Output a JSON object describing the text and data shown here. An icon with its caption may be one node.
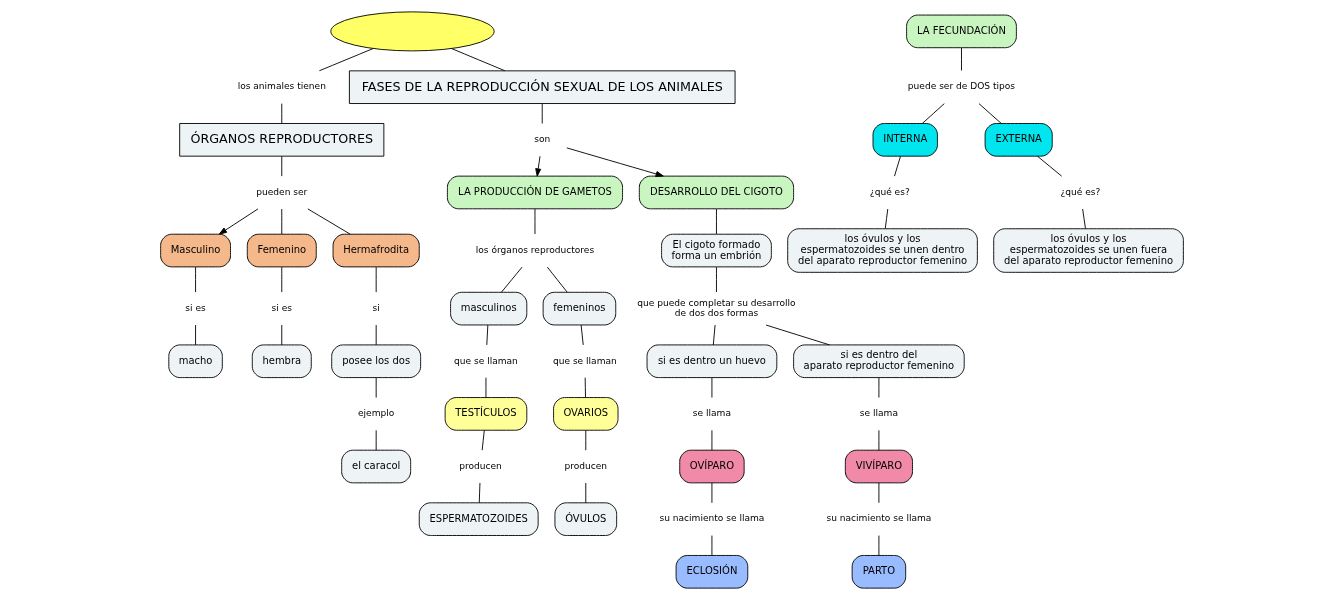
{
  "diagram": {
    "nodes": [
      {
        "text": [],
        "shape": "ellipse"
      },
      {
        "text": [
          "los animales tienen"
        ]
      },
      {
        "text": [
          "ÓRGANOS REPRODUCTORES"
        ]
      },
      {
        "text": [
          "FASES DE LA REPRODUCCIÓN SEXUAL DE LOS ANIMALES"
        ]
      },
      {
        "text": [
          "pueden ser"
        ]
      },
      {
        "text": [
          "Masculino"
        ]
      },
      {
        "text": [
          "Femenino"
        ]
      },
      {
        "text": [
          "Hermafrodita"
        ]
      },
      {
        "text": [
          "si es"
        ]
      },
      {
        "text": [
          "si es"
        ]
      },
      {
        "text": [
          "si"
        ]
      },
      {
        "text": [
          "macho"
        ]
      },
      {
        "text": [
          "hembra"
        ]
      },
      {
        "text": [
          "posee los dos"
        ]
      },
      {
        "text": [
          "ejemplo"
        ]
      },
      {
        "text": [
          "el caracol"
        ]
      },
      {
        "text": [
          "son"
        ]
      },
      {
        "text": [
          "LA PRODUCCIÓN DE GAMETOS"
        ]
      },
      {
        "text": [
          "LA FECUNDACIÓN"
        ]
      },
      {
        "text": [
          "DESARROLLO DEL CIGOTO"
        ]
      },
      {
        "text": [
          "los órganos reproductores"
        ]
      },
      {
        "text": [
          "masculinos"
        ]
      },
      {
        "text": [
          "femeninos"
        ]
      },
      {
        "text": [
          "que se llaman"
        ]
      },
      {
        "text": [
          "que se llaman"
        ]
      },
      {
        "text": [
          "TESTÍCULOS"
        ]
      },
      {
        "text": [
          "OVARIOS"
        ]
      },
      {
        "text": [
          "producen"
        ]
      },
      {
        "text": [
          "producen"
        ]
      },
      {
        "text": [
          "ESPERMATOZOIDES"
        ]
      },
      {
        "text": [
          "ÓVULOS"
        ]
      },
      {
        "text": [
          "puede ser de DOS tipos"
        ]
      },
      {
        "text": [
          "INTERNA"
        ]
      },
      {
        "text": [
          "EXTERNA"
        ]
      },
      {
        "text": [
          "¿qué es?"
        ]
      },
      {
        "text": [
          "¿qué es?"
        ]
      },
      {
        "text": [
          "los óvulos y los espermatozoides se unen dentro del aparato reproductor femenino"
        ]
      },
      {
        "text": [
          "los óvulos y los espermatozoides se unen fuera del aparato reproductor femenino"
        ]
      },
      {
        "text": [
          "El cigoto formado forma un embrión"
        ]
      },
      {
        "text": [
          "que puede completar su desarrollo de dos dos formas"
        ]
      },
      {
        "text": [
          "si es dentro un huevo"
        ]
      },
      {
        "text": [
          "si es dentro del aparato reproductor femenino"
        ]
      },
      {
        "text": [
          "se llama"
        ]
      },
      {
        "text": [
          "se llama"
        ]
      },
      {
        "text": [
          "OVÍPARO"
        ]
      },
      {
        "text": [
          "VIVÍPARO"
        ]
      },
      {
        "text": [
          "su nacimiento se llama"
        ]
      },
      {
        "text": [
          "su nacimiento se llama"
        ]
      },
      {
        "text": [
          "ECLOSIÓN"
        ]
      },
      {
        "text": [
          "PARTO"
        ]
      }
    ],
    "edges": [
      {
        "from": 0,
        "to": 1,
        "arrow": "none"
      },
      {
        "from": 1,
        "to": 2,
        "arrow": "none"
      },
      {
        "from": 0,
        "to": 3,
        "arrow": "none"
      },
      {
        "from": 2,
        "to": 4,
        "arrow": "none"
      },
      {
        "from": 4,
        "to": 5,
        "arrow": "to"
      },
      {
        "from": 4,
        "to": 6,
        "arrow": "none"
      },
      {
        "from": 4,
        "to": 7,
        "arrow": "none"
      },
      {
        "from": 5,
        "to": 8,
        "arrow": "none"
      },
      {
        "from": 8,
        "to": 11,
        "arrow": "none"
      },
      {
        "from": 6,
        "to": 9,
        "arrow": "none"
      },
      {
        "from": 9,
        "to": 12,
        "arrow": "none"
      },
      {
        "from": 7,
        "to": 10,
        "arrow": "none"
      },
      {
        "from": 10,
        "to": 13,
        "arrow": "none"
      },
      {
        "from": 13,
        "to": 14,
        "arrow": "none"
      },
      {
        "from": 14,
        "to": 15,
        "arrow": "none"
      },
      {
        "from": 3,
        "to": 16,
        "arrow": "none"
      },
      {
        "from": 16,
        "to": 17,
        "arrow": "to"
      },
      {
        "from": 16,
        "to": 19,
        "arrow": "to"
      },
      {
        "from": 17,
        "to": 20,
        "arrow": "none"
      },
      {
        "from": 20,
        "to": 21,
        "arrow": "none"
      },
      {
        "from": 20,
        "to": 22,
        "arrow": "none"
      },
      {
        "from": 21,
        "to": 23,
        "arrow": "none"
      },
      {
        "from": 23,
        "to": 25,
        "arrow": "none"
      },
      {
        "from": 22,
        "to": 24,
        "arrow": "none"
      },
      {
        "from": 24,
        "to": 26,
        "arrow": "none"
      },
      {
        "from": 25,
        "to": 27,
        "arrow": "none"
      },
      {
        "from": 27,
        "to": 29,
        "arrow": "none"
      },
      {
        "from": 26,
        "to": 28,
        "arrow": "none"
      },
      {
        "from": 28,
        "to": 30,
        "arrow": "none"
      },
      {
        "from": 18,
        "to": 31,
        "arrow": "none"
      },
      {
        "from": 31,
        "to": 32,
        "arrow": "none"
      },
      {
        "from": 31,
        "to": 33,
        "arrow": "none"
      },
      {
        "from": 32,
        "to": 34,
        "arrow": "none"
      },
      {
        "from": 34,
        "to": 36,
        "arrow": "none"
      },
      {
        "from": 33,
        "to": 35,
        "arrow": "none"
      },
      {
        "from": 35,
        "to": 37,
        "arrow": "none"
      },
      {
        "from": 19,
        "to": 38,
        "arrow": "none"
      },
      {
        "from": 38,
        "to": 39,
        "arrow": "none"
      },
      {
        "from": 39,
        "to": 40,
        "arrow": "none"
      },
      {
        "from": 39,
        "to": 41,
        "arrow": "none"
      },
      {
        "from": 40,
        "to": 42,
        "arrow": "none"
      },
      {
        "from": 42,
        "to": 44,
        "arrow": "none"
      },
      {
        "from": 41,
        "to": 43,
        "arrow": "none"
      },
      {
        "from": 43,
        "to": 45,
        "arrow": "none"
      },
      {
        "from": 44,
        "to": 46,
        "arrow": "none"
      },
      {
        "from": 46,
        "to": 48,
        "arrow": "none"
      },
      {
        "from": 45,
        "to": 47,
        "arrow": "none"
      },
      {
        "from": 47,
        "to": 49,
        "arrow": "none"
      }
    ]
  }
}
